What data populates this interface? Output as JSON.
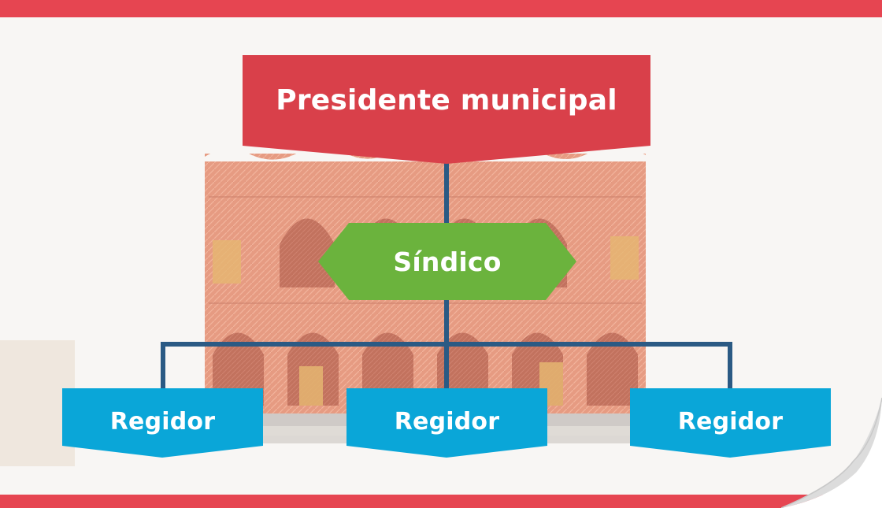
{
  "diagram": {
    "president": {
      "label": "Presidente municipal",
      "color": "#d9404a"
    },
    "sindico": {
      "label": "Síndico",
      "color": "#6bb33d"
    },
    "regidores": [
      {
        "label": "Regidor",
        "color": "#0aa6d8"
      },
      {
        "label": "Regidor",
        "color": "#0aa6d8"
      },
      {
        "label": "Regidor",
        "color": "#0aa6d8"
      }
    ],
    "connector_color": "#2b5a84",
    "frame_color": "#e64551",
    "background_color": "#f8f6f4",
    "illustration": "palacio-municipal-drawing"
  }
}
